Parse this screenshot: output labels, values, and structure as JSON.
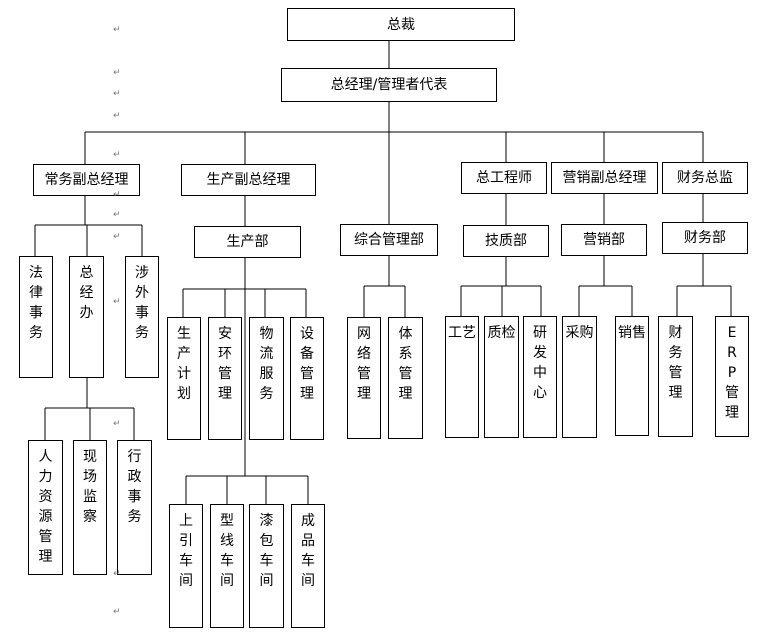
{
  "chart": {
    "ceo": "总裁",
    "gm": "总经理/管理者代表",
    "vp_admin": "常务副总经理",
    "vp_production": "生产副总经理",
    "comprehensive_dept": "综合管理部",
    "chief_engineer": "总工程师",
    "vp_sales": "营销副总经理",
    "finance_director": "财务总监",
    "production_dept": "生产部",
    "tech_quality_dept": "技质部",
    "sales_dept": "营销部",
    "finance_dept": "财务部",
    "legal": "法律事务",
    "gm_office": "总经办",
    "external": "涉外事务",
    "hr": "人力资源管理",
    "site_supervision": "现场监察",
    "admin_affairs": "行政事务",
    "planning": "生产计划",
    "safety_env": "安环管理",
    "logistics": "物流服务",
    "equipment": "设备管理",
    "upper_workshop": "上引车间",
    "profile_workshop": "型线车间",
    "enamel_workshop": "漆包车间",
    "finished_workshop": "成品车间",
    "network": "网络管理",
    "system": "体系管理",
    "process": "工艺",
    "qc": "质检",
    "rd": "研发中心",
    "purchase": "采购",
    "sales": "销售",
    "accounting": "财务管理",
    "erp_letters": "ERP",
    "erp_word": "管理"
  },
  "return_mark": "↵"
}
